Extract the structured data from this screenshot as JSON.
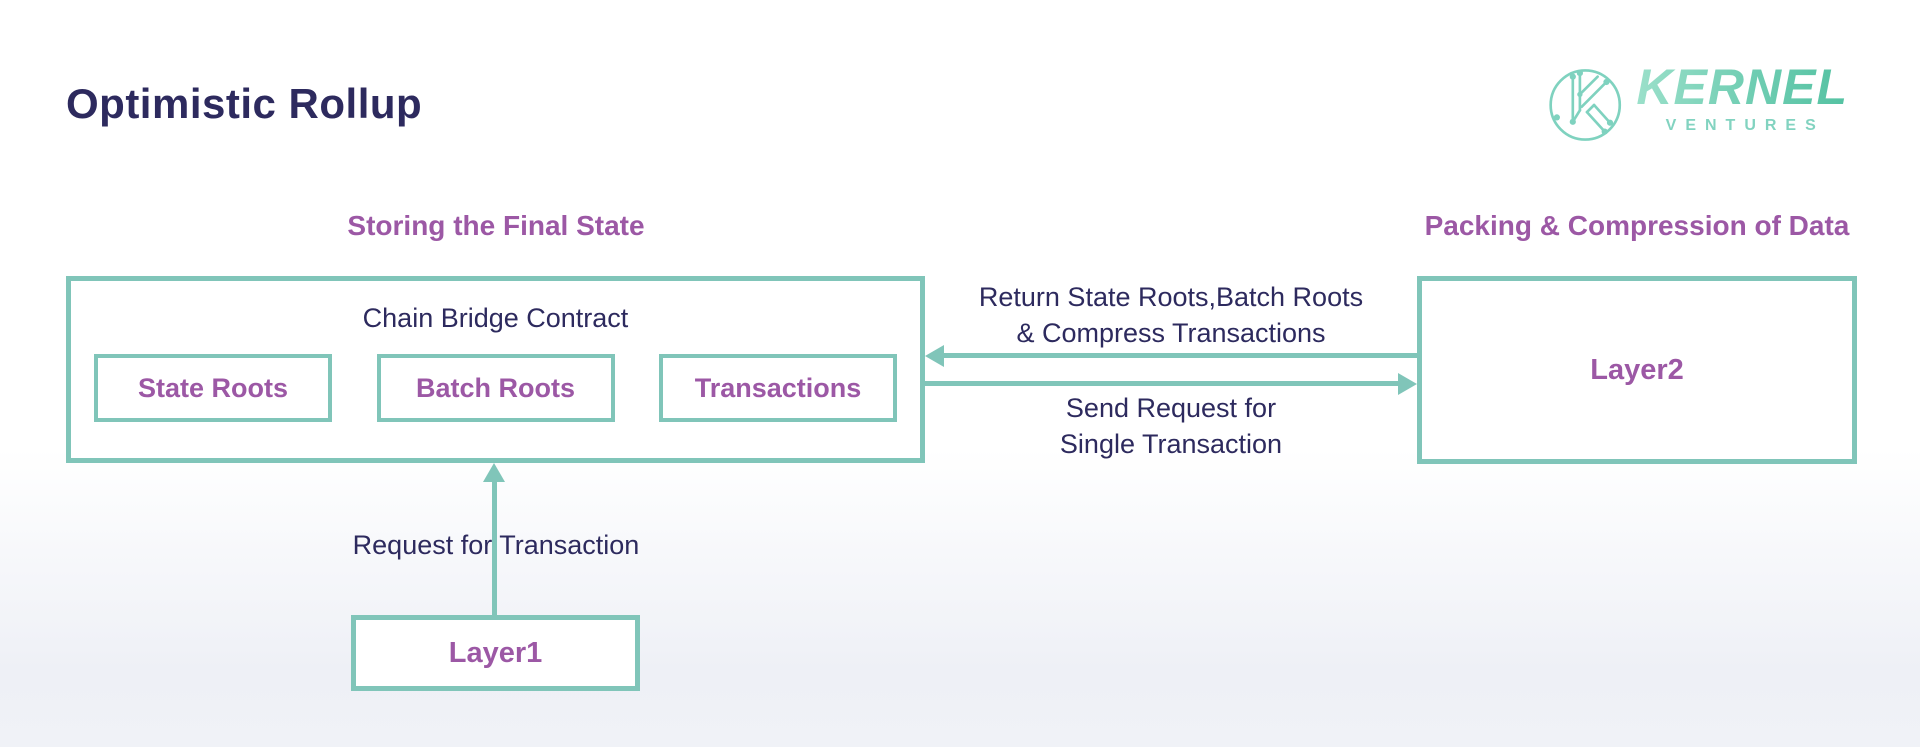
{
  "page": {
    "title": "Optimistic Rollup"
  },
  "logo": {
    "name": "KERNEL",
    "subtitle": "VENTURES"
  },
  "colors": {
    "navy_text": "#2d2a5e",
    "purple_text": "#9c58a5",
    "teal_border": "#80c5b9",
    "logo_gradient_start": "#9be0ca",
    "logo_gradient_end": "#54c2a2"
  },
  "diagram": {
    "sections": {
      "left_label": "Storing the Final State",
      "right_label": "Packing & Compression of Data"
    },
    "boxes": {
      "chain_bridge": {
        "title": "Chain Bridge Contract",
        "children": [
          "State Roots",
          "Batch Roots",
          "Transactions"
        ]
      },
      "layer2": "Layer2",
      "layer1": "Layer1"
    },
    "arrows": {
      "return": {
        "direction": "left",
        "from": "Layer2",
        "to": "Chain Bridge Contract",
        "line1": "Return State Roots,Batch Roots",
        "line2": "& Compress Transactions"
      },
      "send": {
        "direction": "right",
        "from": "Chain Bridge Contract",
        "to": "Layer2",
        "line1": "Send Request for",
        "line2": "Single Transaction"
      },
      "request": {
        "direction": "up",
        "from": "Layer1",
        "to": "Chain Bridge Contract",
        "label": "Request for Transaction"
      }
    }
  }
}
